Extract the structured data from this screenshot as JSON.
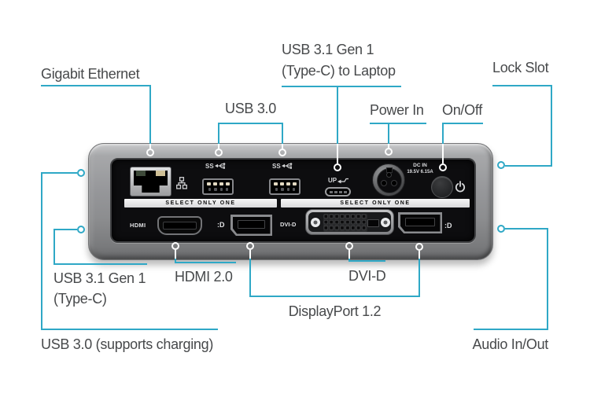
{
  "callouts": {
    "gigabit_ethernet": "Gigabit Ethernet",
    "usb_3_0": "USB 3.0",
    "usb_c_laptop_line1": "USB 3.1 Gen 1",
    "usb_c_laptop_line2": "(Type-C) to Laptop",
    "power_in": "Power In",
    "on_off": "On/Off",
    "lock_slot": "Lock Slot",
    "usb_c_side_line1": "USB 3.1 Gen 1",
    "usb_c_side_line2": "(Type-C)",
    "hdmi": "HDMI 2.0",
    "dvi": "DVI-D",
    "displayport": "DisplayPort 1.2",
    "usb_3_0_charging": "USB 3.0 (supports charging)",
    "audio": "Audio In/Out"
  },
  "device": {
    "select_banner": "SELECT ONLY ONE",
    "hdmi_logo": "HDMI",
    "dvi_logo": "DVI-D",
    "up_label": "UP",
    "ss_label": "SS",
    "dc_in_line1": "DC IN",
    "dc_in_line2": "19.5V 6.15A",
    "dp_logo": ":D"
  },
  "colors": {
    "callout_line": "#2fa8c6",
    "label_text": "#47494b"
  }
}
